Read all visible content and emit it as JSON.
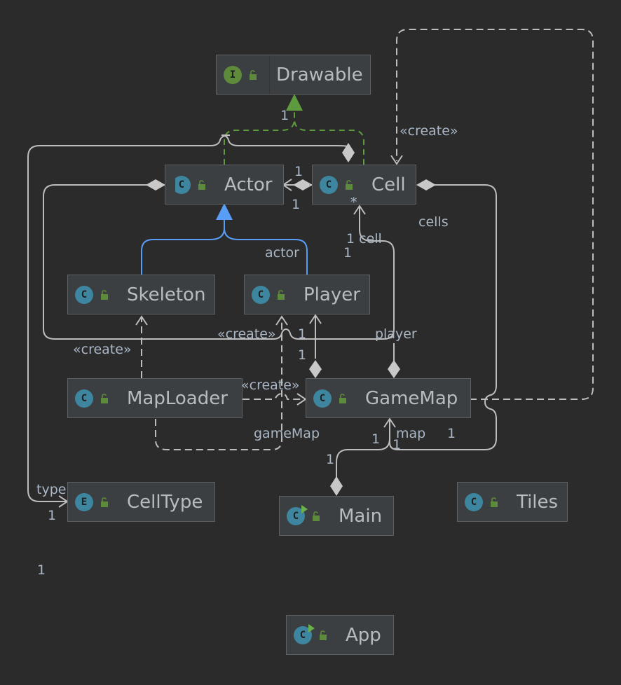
{
  "nodes": {
    "drawable": {
      "name": "Drawable",
      "kind": "interface",
      "badge": "I"
    },
    "actor": {
      "name": "Actor",
      "kind": "abstract-class",
      "badge": "C"
    },
    "cell": {
      "name": "Cell",
      "kind": "class",
      "badge": "C"
    },
    "skeleton": {
      "name": "Skeleton",
      "kind": "class",
      "badge": "C"
    },
    "player": {
      "name": "Player",
      "kind": "class",
      "badge": "C"
    },
    "maploader": {
      "name": "MapLoader",
      "kind": "class",
      "badge": "C"
    },
    "gamemap": {
      "name": "GameMap",
      "kind": "class",
      "badge": "C"
    },
    "celltype": {
      "name": "CellType",
      "kind": "enum",
      "badge": "E"
    },
    "main": {
      "name": "Main",
      "kind": "runnable-class",
      "badge": "C"
    },
    "tiles": {
      "name": "Tiles",
      "kind": "class",
      "badge": "C"
    },
    "app": {
      "name": "App",
      "kind": "runnable-class",
      "badge": "C"
    }
  },
  "labels": {
    "create_cell": "«create»",
    "mult_drawable": "1",
    "mult_actor_cell_top": "1",
    "mult_actor_cell_bottom": "1",
    "mult_cell_star": "*",
    "cells": "cells",
    "one_cell": "1 cell",
    "actor": "actor",
    "actor_one": "1",
    "create_skeleton": "«create»",
    "create_player": "«create»",
    "player_one_a": "1",
    "player_one_b": "1",
    "player": "player",
    "create_gamemap": "«create»",
    "gamemap_label": "gameMap",
    "map_one_left": "1",
    "map_label": "map",
    "map_one_right": "1",
    "map_one_under": "1",
    "main_one": "1",
    "type_label": "type",
    "type_one": "1",
    "stray_one": "1"
  },
  "colors": {
    "background": "#2b2b2b",
    "node_fill": "#3c3f41",
    "edge": "#c0c0c0",
    "dashed_edge": "#bdbdbd",
    "realization": "#5e9b3e",
    "generalization": "#589df6",
    "text": "#b8bcbe"
  }
}
